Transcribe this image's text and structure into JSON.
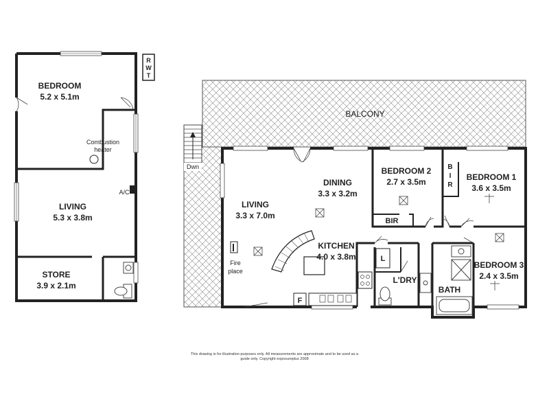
{
  "rooms": {
    "bedroom_upper": {
      "name": "BEDROOM",
      "dims": "5.2 x 5.1m"
    },
    "combustion": {
      "line1": "Combustion",
      "line2": "heater"
    },
    "living_left": {
      "name": "LIVING",
      "dims": "5.3 x 3.8m"
    },
    "ac": "A/C",
    "store": {
      "name": "STORE",
      "dims": "3.9 x 2.1m"
    },
    "rwt": [
      "R",
      "W",
      "T"
    ],
    "balcony": "BALCONY",
    "dwn": "Dwn",
    "living_main": {
      "name": "LIVING",
      "dims": "3.3 x 7.0m"
    },
    "fireplace": {
      "line1": "Fire",
      "line2": "place"
    },
    "dining": {
      "name": "DINING",
      "dims": "3.3 x 3.2m"
    },
    "kitchen": {
      "name": "KITCHEN",
      "dims": "4.0 x 3.8m"
    },
    "fridge": "F",
    "bedroom2": {
      "name": "BEDROOM 2",
      "dims": "2.7 x 3.5m"
    },
    "bir": "BIR",
    "bir_vertical": [
      "B",
      "I",
      "R"
    ],
    "bedroom1": {
      "name": "BEDROOM 1",
      "dims": "3.6 x 3.5m"
    },
    "linen": "L",
    "laundry": "L'DRY",
    "bath": "BATH",
    "bedroom3": {
      "name": "BEDROOM 3",
      "dims": "2.4 x 3.5m"
    }
  },
  "disclaimer": {
    "line1": "This drawing is for illustration purposes only. All measurements are approximate and to be used as a",
    "line2": "guide only. Copyright exposureplus 2008"
  }
}
